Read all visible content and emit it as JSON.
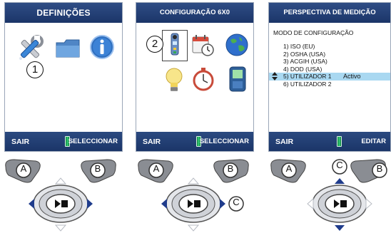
{
  "screen1": {
    "title": "DEFINIÇÕES",
    "icons": [
      "tools-icon",
      "folder-icon",
      "info-icon"
    ],
    "callout": "1",
    "footer_left": "SAIR",
    "footer_right": "SELECCIONAR"
  },
  "screen2": {
    "title": "CONFIGURAÇÃO 6X0",
    "icons": [
      "device-icon",
      "calendar-clock-icon",
      "globe-icon",
      "lightbulb-icon",
      "stopwatch-icon",
      "handheld-icon"
    ],
    "callout": "2",
    "footer_left": "SAIR",
    "footer_right": "SELECCIONAR"
  },
  "screen3": {
    "title": "PERSPECTIVA DE MEDIÇÃO",
    "heading": "MODO DE CONFIGURAÇÃO",
    "items": [
      "1) ISO (EU)",
      "2) OSHA (USA)",
      "3) ACGIH (USA)",
      "4) DOD (USA)",
      "5) UTILIZADOR 1",
      "6) UTILIZADOR 2"
    ],
    "selected_index": 4,
    "selected_status": "Activo",
    "footer_left": "SAIR",
    "footer_right": "EDITAR"
  },
  "controls": {
    "button_a": "A",
    "button_b": "B",
    "button_c": "C"
  },
  "colors": {
    "bar": "#1f3a6e",
    "selection": "#a9d8f1",
    "arrow_active": "#1f3c8c",
    "arrow_inactive": "#b8bcc4"
  }
}
